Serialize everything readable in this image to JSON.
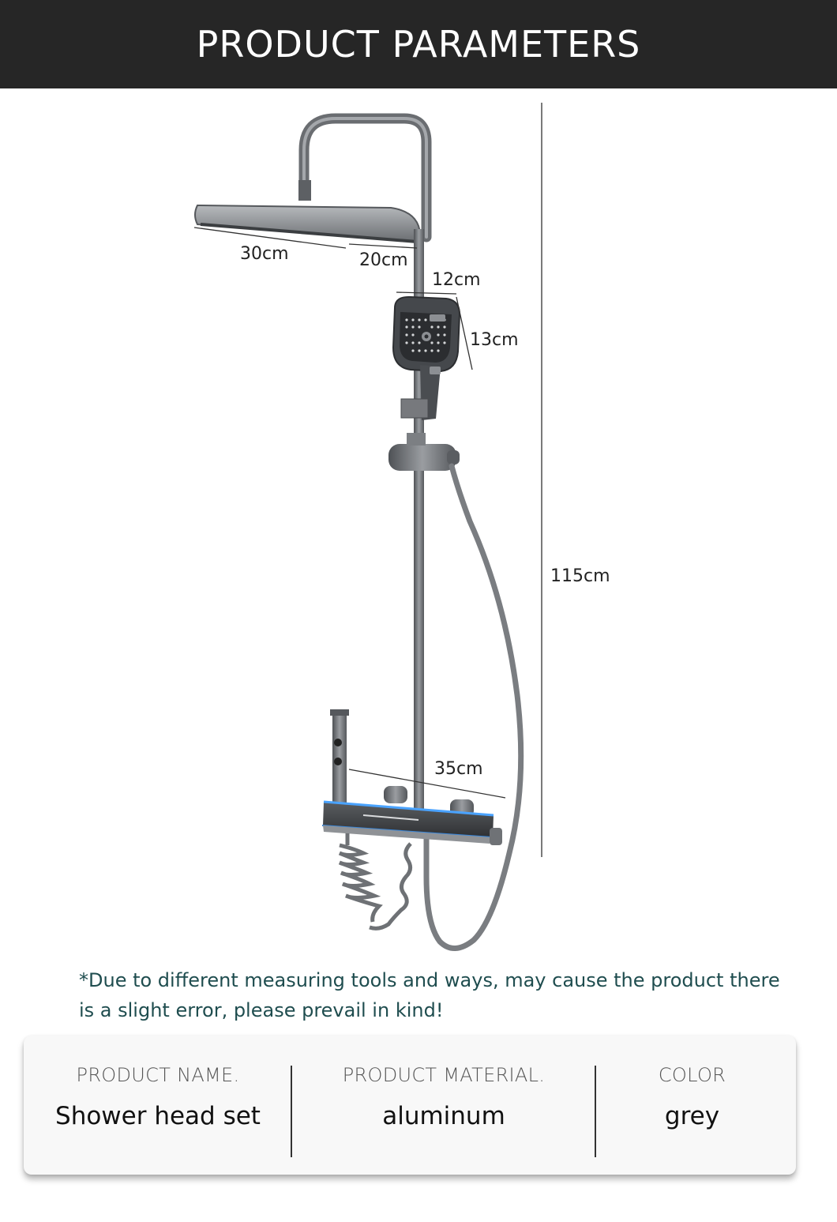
{
  "header": {
    "title": "PRODUCT PARAMETERS"
  },
  "dimensions": {
    "shower_head_width": "30cm",
    "shower_head_depth": "20cm",
    "hand_shower_width": "12cm",
    "hand_shower_height": "13cm",
    "total_height": "115cm",
    "valve_width": "35cm"
  },
  "disclaimer": "*Due to different measuring tools and ways, may cause the product there is a slight error, please prevail in kind!",
  "params": [
    {
      "label": "PRODUCT NAME.",
      "value": "Shower head set"
    },
    {
      "label": "PRODUCT MATERIAL.",
      "value": "aluminum"
    },
    {
      "label": "COLOR",
      "value": "grey"
    }
  ],
  "colors": {
    "header_bg": "#262626",
    "disclaimer_text": "#1f4d4f",
    "card_bg": "#f8f8f8",
    "metal_grey": "#6e7175"
  }
}
